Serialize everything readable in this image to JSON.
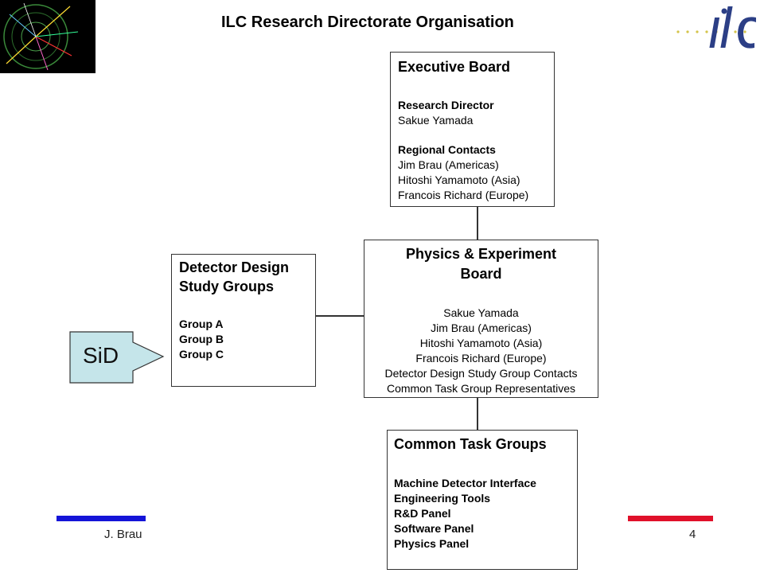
{
  "title": "ILC Research Directorate Organisation",
  "boxes": {
    "executive_board": {
      "heading": "Executive Board",
      "research_director_label": "Research Director",
      "research_director_name": "Sakue Yamada",
      "regional_contacts_label": "Regional Contacts",
      "regional_contacts": [
        "Jim Brau (Americas)",
        "Hitoshi Yamamoto (Asia)",
        "Francois Richard (Europe)"
      ]
    },
    "physics_experiment_board": {
      "heading_line1": "Physics & Experiment",
      "heading_line2": "Board",
      "members": [
        "Sakue Yamada",
        "Jim Brau (Americas)",
        "Hitoshi Yamamoto (Asia)",
        "Francois Richard (Europe)",
        "Detector Design Study Group Contacts",
        "Common Task Group Representatives"
      ]
    },
    "detector_design_study_groups": {
      "heading_line1": "Detector Design",
      "heading_line2": "Study Groups",
      "groups": [
        "Group A",
        "Group B",
        "Group C"
      ]
    },
    "common_task_groups": {
      "heading": "Common Task Groups",
      "groups": [
        "Machine Detector Interface",
        "Engineering Tools",
        "R&D Panel",
        "Software Panel",
        "Physics Panel"
      ]
    }
  },
  "callout": {
    "label": "SiD",
    "fill": "#c5e5ea"
  },
  "footer": {
    "author": "J. Brau",
    "page": "4"
  },
  "colors": {
    "footer_blue": "#1414d8",
    "footer_red": "#e0102a"
  },
  "icons": {
    "left_logo": "particle-event-display-icon",
    "right_logo": "ilc-logo-icon"
  }
}
